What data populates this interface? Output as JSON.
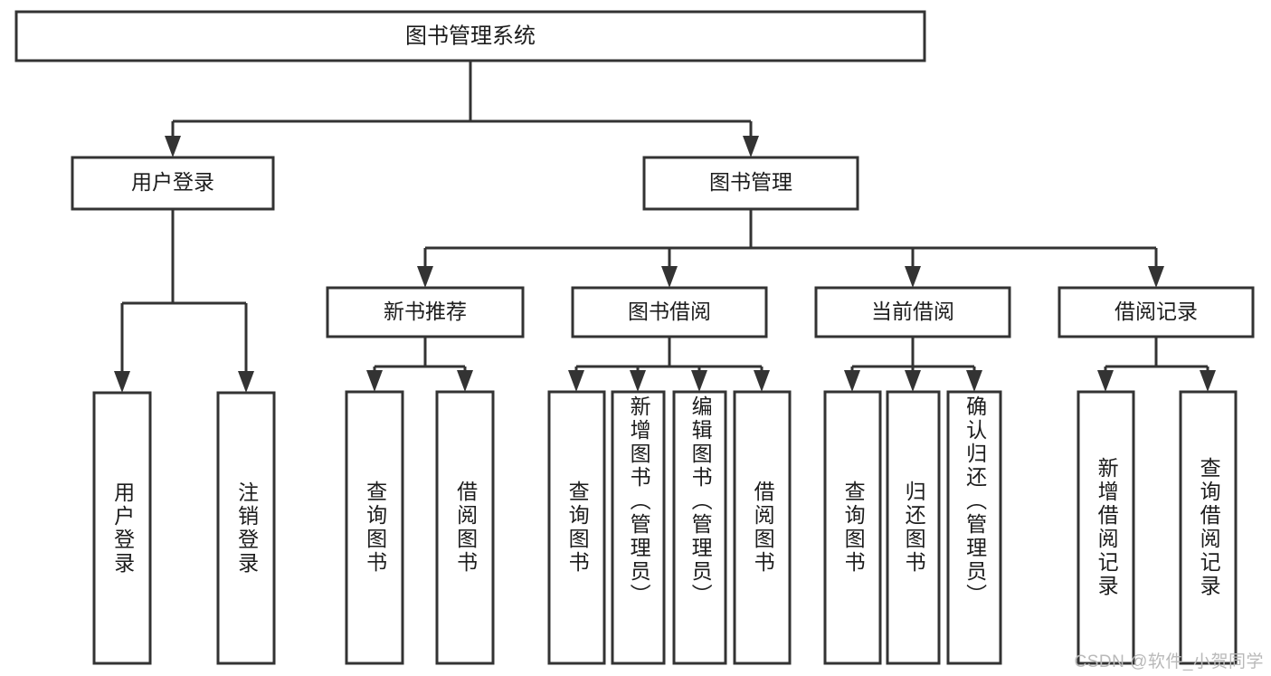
{
  "diagram": {
    "kind": "tree-hierarchy-chart",
    "title": "图书管理系统",
    "watermark": "CSDN @软件_小贺同学",
    "colors": {
      "stroke": "#333333",
      "fill": "#ffffff",
      "text": "#1c1c1c",
      "watermark": "#b9b9b9"
    },
    "root": {
      "label": "图书管理系统"
    },
    "level2": [
      {
        "label": "用户登录"
      },
      {
        "label": "图书管理"
      }
    ],
    "level3": [
      {
        "label": "新书推荐"
      },
      {
        "label": "图书借阅"
      },
      {
        "label": "当前借阅"
      },
      {
        "label": "借阅记录"
      }
    ],
    "leaves": {
      "user_login": [
        {
          "label": "用户登录"
        },
        {
          "label": "注销登录"
        }
      ],
      "new_book_recommend": [
        {
          "label": "查询图书"
        },
        {
          "label": "借阅图书"
        }
      ],
      "book_borrow": [
        {
          "label": "查询图书"
        },
        {
          "label": "新增图书（管理员）"
        },
        {
          "label": "编辑图书（管理员）"
        },
        {
          "label": "借阅图书"
        }
      ],
      "current_borrow": [
        {
          "label": "查询图书"
        },
        {
          "label": "归还图书"
        },
        {
          "label": "确认归还（管理员）"
        }
      ],
      "borrow_record": [
        {
          "label": "新增借阅记录"
        },
        {
          "label": "查询借阅记录"
        }
      ]
    }
  }
}
